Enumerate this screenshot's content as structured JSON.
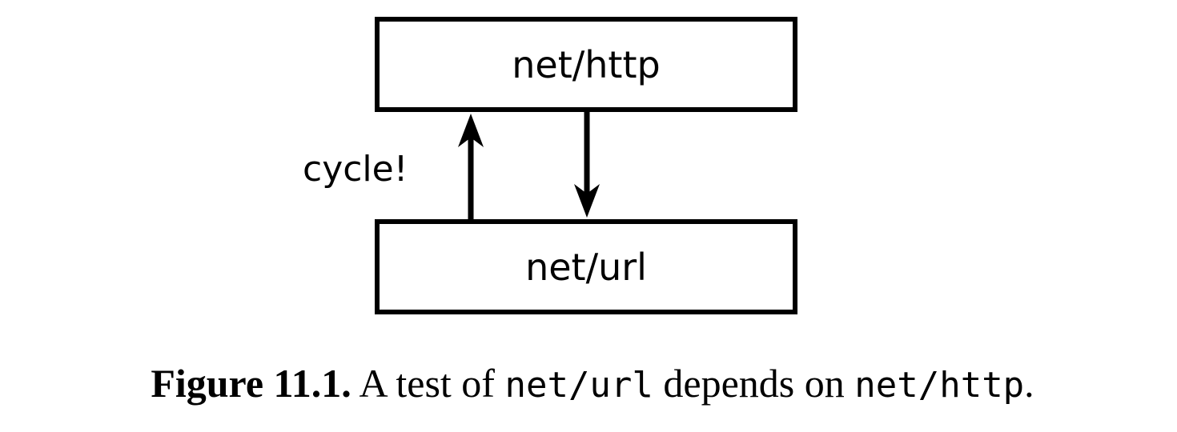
{
  "diagram": {
    "top_box": "net/http",
    "bottom_box": "net/url",
    "cycle_label": "cycle!"
  },
  "caption": {
    "label": "Figure 11.1.",
    "text_1": " A test of ",
    "code_1": "net/url",
    "text_2": " depends on ",
    "code_2": "net/http",
    "text_3": "."
  }
}
